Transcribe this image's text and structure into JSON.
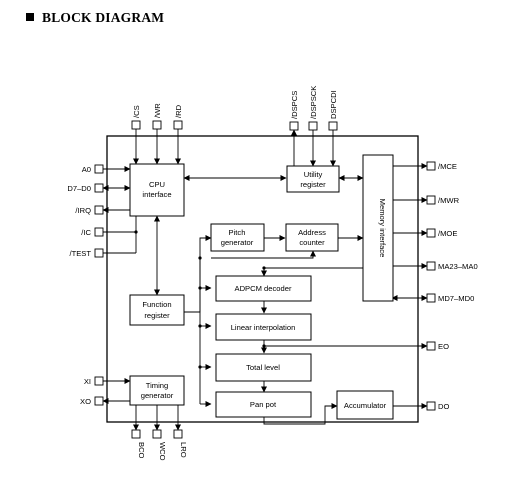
{
  "heading": "BLOCK DIAGRAM",
  "blocks": {
    "cpu": [
      "CPU",
      "interface"
    ],
    "utility": [
      "Utility",
      "register"
    ],
    "memory": "Memory interface",
    "pitch": [
      "Pitch",
      "generator"
    ],
    "address": [
      "Address",
      "counter"
    ],
    "adpcm": "ADPCM decoder",
    "linear": "Linear interpolation",
    "total": "Total level",
    "panpot": "Pan pot",
    "accumulator": "Accumulator",
    "function": [
      "Function",
      "register"
    ],
    "timing": [
      "Timing",
      "generator"
    ]
  },
  "pins": {
    "top": [
      "/CS",
      "/WR",
      "/RD",
      "/DSPCS",
      "/DSPSCK",
      "DSPCDI"
    ],
    "left": [
      "A0",
      "D7–D0",
      "/IRQ",
      "/IC",
      "/TEST",
      "XI",
      "XO"
    ],
    "right": [
      "/MCE",
      "/MWR",
      "/MOE",
      "MA23–MA0",
      "MD7–MD0",
      "EO",
      "DO"
    ],
    "bottom": [
      "BCO",
      "WCO",
      "LRO"
    ]
  }
}
